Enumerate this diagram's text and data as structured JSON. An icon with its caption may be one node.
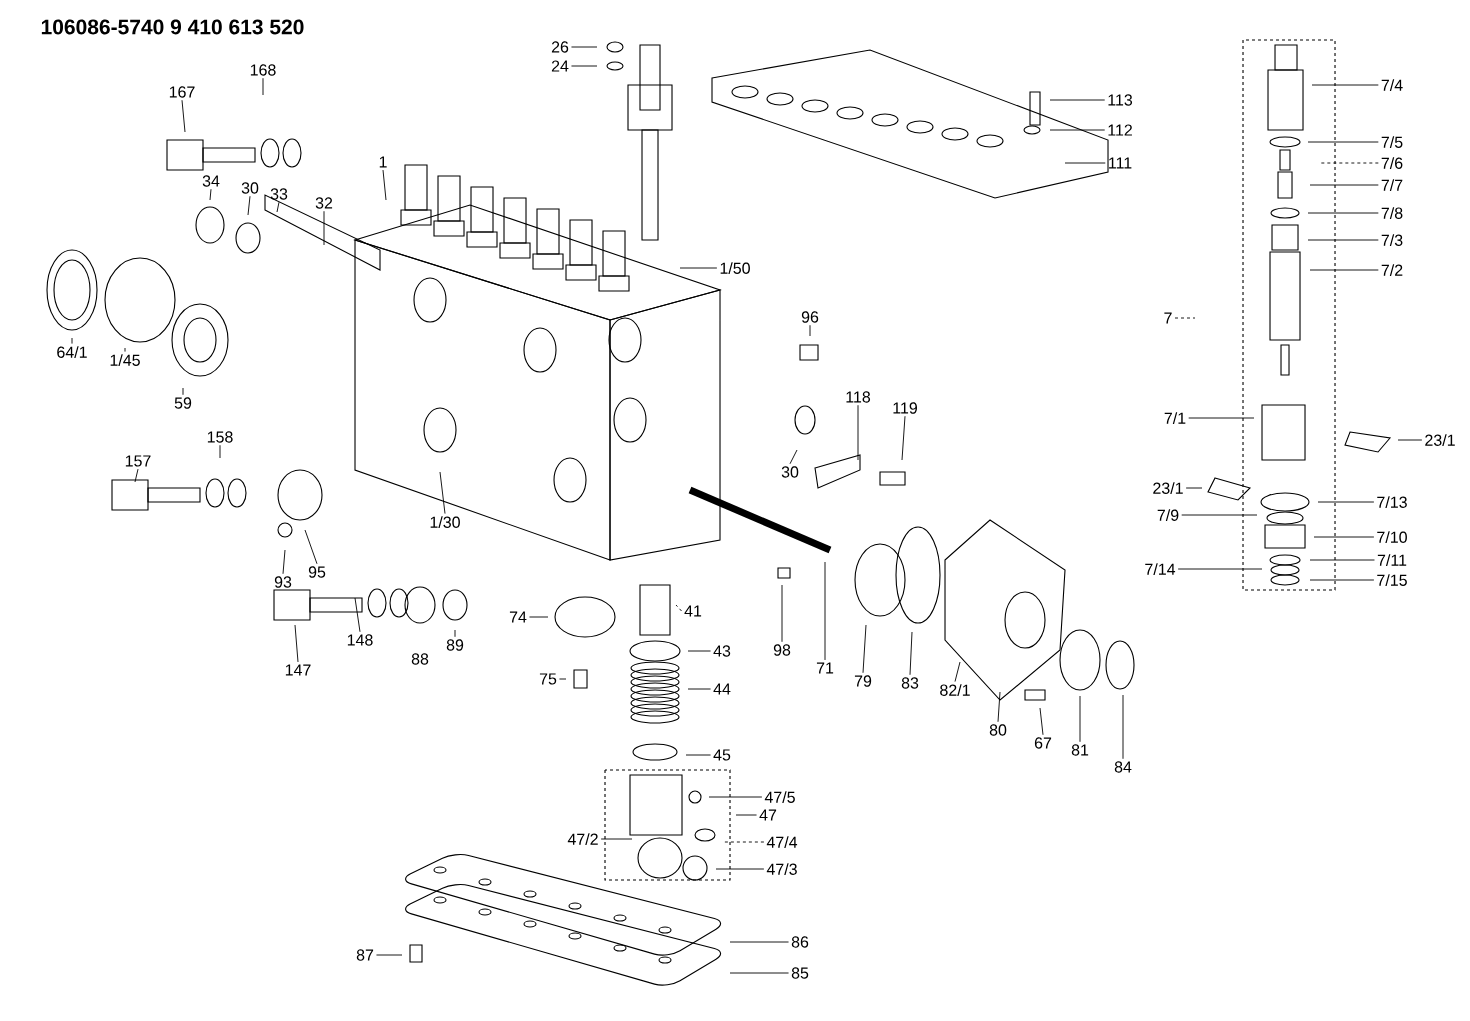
{
  "diagram": {
    "title": "106086-5740 9 410 613 520",
    "nodes": [
      {
        "text": [
          "167"
        ]
      },
      {
        "text": [
          "168"
        ]
      },
      {
        "text": [
          "34"
        ]
      },
      {
        "text": [
          "30"
        ]
      },
      {
        "text": [
          "33"
        ]
      },
      {
        "text": [
          "32"
        ]
      },
      {
        "text": [
          "1"
        ]
      },
      {
        "text": [
          "26"
        ]
      },
      {
        "text": [
          "24"
        ]
      },
      {
        "text": [
          "113"
        ]
      },
      {
        "text": [
          "112"
        ]
      },
      {
        "text": [
          "111"
        ]
      },
      {
        "text": [
          "1/50"
        ]
      },
      {
        "text": [
          "64/1"
        ]
      },
      {
        "text": [
          "1/45"
        ]
      },
      {
        "text": [
          "59"
        ]
      },
      {
        "text": [
          "96"
        ]
      },
      {
        "text": [
          "118"
        ]
      },
      {
        "text": [
          "119"
        ]
      },
      {
        "text": [
          "30"
        ]
      },
      {
        "text": [
          "157"
        ]
      },
      {
        "text": [
          "158"
        ]
      },
      {
        "text": [
          "1/30"
        ]
      },
      {
        "text": [
          "93"
        ]
      },
      {
        "text": [
          "95"
        ]
      },
      {
        "text": [
          "147"
        ]
      },
      {
        "text": [
          "148"
        ]
      },
      {
        "text": [
          "89"
        ]
      },
      {
        "text": [
          "74"
        ]
      },
      {
        "text": [
          "75"
        ]
      },
      {
        "text": [
          "41"
        ]
      },
      {
        "text": [
          "43"
        ]
      },
      {
        "text": [
          "44"
        ]
      },
      {
        "text": [
          "45"
        ]
      },
      {
        "text": [
          "47/5"
        ]
      },
      {
        "text": [
          "47"
        ]
      },
      {
        "text": [
          "47/4"
        ]
      },
      {
        "text": [
          "47/3"
        ]
      },
      {
        "text": [
          "47/2"
        ]
      },
      {
        "text": [
          "98"
        ]
      },
      {
        "text": [
          "71"
        ]
      },
      {
        "text": [
          "79"
        ]
      },
      {
        "text": [
          "83"
        ]
      },
      {
        "text": [
          "82/1"
        ]
      },
      {
        "text": [
          "80"
        ]
      },
      {
        "text": [
          "67"
        ]
      },
      {
        "text": [
          "81"
        ]
      },
      {
        "text": [
          "84"
        ]
      },
      {
        "text": [
          "86"
        ]
      },
      {
        "text": [
          "85"
        ]
      },
      {
        "text": [
          "87"
        ]
      },
      {
        "text": [
          "7/4"
        ]
      },
      {
        "text": [
          "7/5"
        ]
      },
      {
        "text": [
          "7/6"
        ]
      },
      {
        "text": [
          "7/7"
        ]
      },
      {
        "text": [
          "7/8"
        ]
      },
      {
        "text": [
          "7/3"
        ]
      },
      {
        "text": [
          "7/2"
        ]
      },
      {
        "text": [
          "7"
        ]
      },
      {
        "text": [
          "7/1"
        ]
      },
      {
        "text": [
          "23/1"
        ]
      },
      {
        "text": [
          "23/1"
        ]
      },
      {
        "text": [
          "7/13"
        ]
      },
      {
        "text": [
          "7/9"
        ]
      },
      {
        "text": [
          "7/10"
        ]
      },
      {
        "text": [
          "7/11"
        ]
      },
      {
        "text": [
          "7/14"
        ]
      },
      {
        "text": [
          "7/15"
        ]
      }
    ],
    "edges": [
      {
        "from": 0,
        "to": null,
        "arrow": "none"
      },
      {
        "from": 1,
        "to": null,
        "arrow": "none"
      },
      {
        "from": 2,
        "to": null,
        "arrow": "none"
      },
      {
        "from": 3,
        "to": null,
        "arrow": "none"
      },
      {
        "from": 4,
        "to": null,
        "arrow": "none"
      },
      {
        "from": 5,
        "to": null,
        "arrow": "none"
      },
      {
        "from": 6,
        "to": null,
        "arrow": "none"
      },
      {
        "from": 7,
        "to": null,
        "arrow": "none"
      },
      {
        "from": 8,
        "to": null,
        "arrow": "none"
      },
      {
        "from": 9,
        "to": null,
        "arrow": "none"
      },
      {
        "from": 10,
        "to": null,
        "arrow": "none"
      },
      {
        "from": 11,
        "to": null,
        "arrow": "none"
      },
      {
        "from": 12,
        "to": null,
        "arrow": "none"
      },
      {
        "from": 13,
        "to": null,
        "arrow": "none"
      },
      {
        "from": 14,
        "to": null,
        "arrow": "none"
      },
      {
        "from": 15,
        "to": null,
        "arrow": "none"
      },
      {
        "from": 16,
        "to": null,
        "arrow": "none"
      },
      {
        "from": 17,
        "to": null,
        "arrow": "none"
      },
      {
        "from": 18,
        "to": null,
        "arrow": "none"
      },
      {
        "from": 19,
        "to": null,
        "arrow": "none"
      },
      {
        "from": 20,
        "to": null,
        "arrow": "none"
      },
      {
        "from": 21,
        "to": null,
        "arrow": "none"
      },
      {
        "from": 22,
        "to": null,
        "arrow": "none"
      },
      {
        "from": 23,
        "to": null,
        "arrow": "none"
      },
      {
        "from": 24,
        "to": null,
        "arrow": "none"
      },
      {
        "from": 25,
        "to": null,
        "arrow": "none"
      },
      {
        "from": 26,
        "to": null,
        "arrow": "none"
      },
      {
        "from": 27,
        "to": null,
        "arrow": "none"
      },
      {
        "from": 28,
        "to": null,
        "arrow": "none"
      },
      {
        "from": 29,
        "to": null,
        "arrow": "none"
      },
      {
        "from": 30,
        "to": null,
        "arrow": "none",
        "style": "dashed"
      },
      {
        "from": 31,
        "to": null,
        "arrow": "none"
      },
      {
        "from": 32,
        "to": null,
        "arrow": "none"
      },
      {
        "from": 33,
        "to": null,
        "arrow": "none"
      },
      {
        "from": 34,
        "to": null,
        "arrow": "none"
      },
      {
        "from": 35,
        "to": null,
        "arrow": "none"
      },
      {
        "from": 36,
        "to": null,
        "arrow": "none",
        "style": "dashed"
      },
      {
        "from": 37,
        "to": null,
        "arrow": "none"
      },
      {
        "from": 38,
        "to": null,
        "arrow": "none"
      },
      {
        "from": 39,
        "to": null,
        "arrow": "none"
      },
      {
        "from": 40,
        "to": null,
        "arrow": "none"
      },
      {
        "from": 41,
        "to": null,
        "arrow": "none"
      },
      {
        "from": 42,
        "to": null,
        "arrow": "none"
      },
      {
        "from": 43,
        "to": null,
        "arrow": "none"
      },
      {
        "from": 44,
        "to": null,
        "arrow": "none"
      },
      {
        "from": 45,
        "to": null,
        "arrow": "none"
      },
      {
        "from": 46,
        "to": null,
        "arrow": "none"
      },
      {
        "from": 47,
        "to": null,
        "arrow": "none"
      },
      {
        "from": 48,
        "to": null,
        "arrow": "none"
      },
      {
        "from": 49,
        "to": null,
        "arrow": "none"
      },
      {
        "from": 50,
        "to": null,
        "arrow": "none"
      },
      {
        "from": 51,
        "to": null,
        "arrow": "none"
      },
      {
        "from": 52,
        "to": null,
        "arrow": "none"
      },
      {
        "from": 53,
        "to": null,
        "arrow": "none",
        "style": "dashed"
      },
      {
        "from": 54,
        "to": null,
        "arrow": "none"
      },
      {
        "from": 55,
        "to": null,
        "arrow": "none"
      },
      {
        "from": 56,
        "to": null,
        "arrow": "none"
      },
      {
        "from": 57,
        "to": null,
        "arrow": "none"
      },
      {
        "from": 58,
        "to": null,
        "arrow": "none",
        "style": "dashed"
      },
      {
        "from": 59,
        "to": null,
        "arrow": "none"
      },
      {
        "from": 60,
        "to": null,
        "arrow": "none"
      },
      {
        "from": 61,
        "to": null,
        "arrow": "none"
      },
      {
        "from": 62,
        "to": null,
        "arrow": "none"
      },
      {
        "from": 63,
        "to": null,
        "arrow": "none"
      },
      {
        "from": 64,
        "to": null,
        "arrow": "none"
      },
      {
        "from": 65,
        "to": null,
        "arrow": "none"
      },
      {
        "from": 66,
        "to": null,
        "arrow": "none"
      },
      {
        "from": 67,
        "to": null,
        "arrow": "none"
      }
    ],
    "labels": [
      "88"
    ]
  }
}
